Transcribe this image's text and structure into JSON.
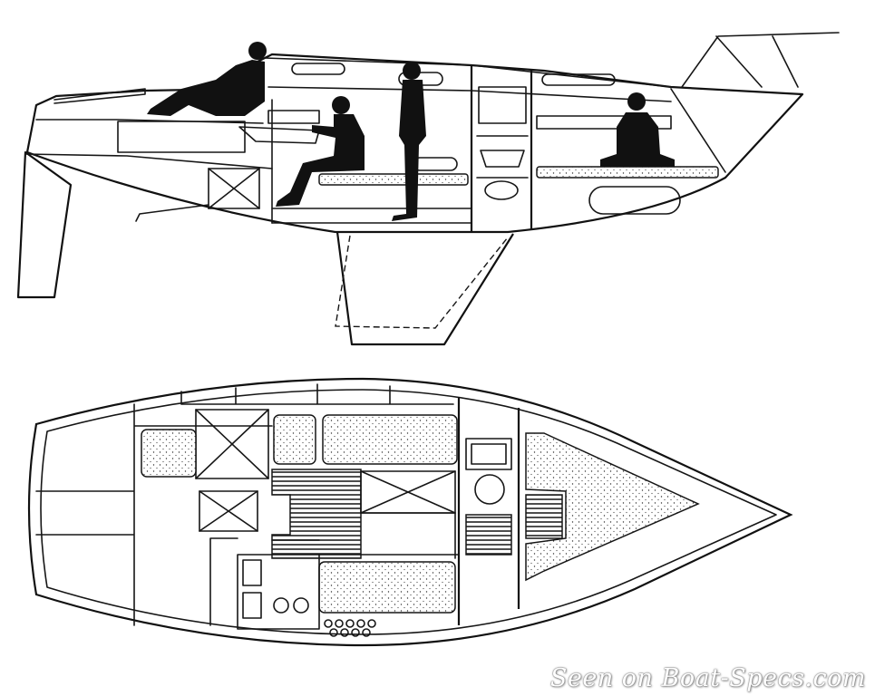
{
  "watermark": {
    "text": "Seen on Boat-Specs.com"
  },
  "colors": {
    "line": "#161616",
    "silhouette": "#111111",
    "background": "#ffffff"
  },
  "views": [
    "profile-view",
    "plan-view"
  ]
}
